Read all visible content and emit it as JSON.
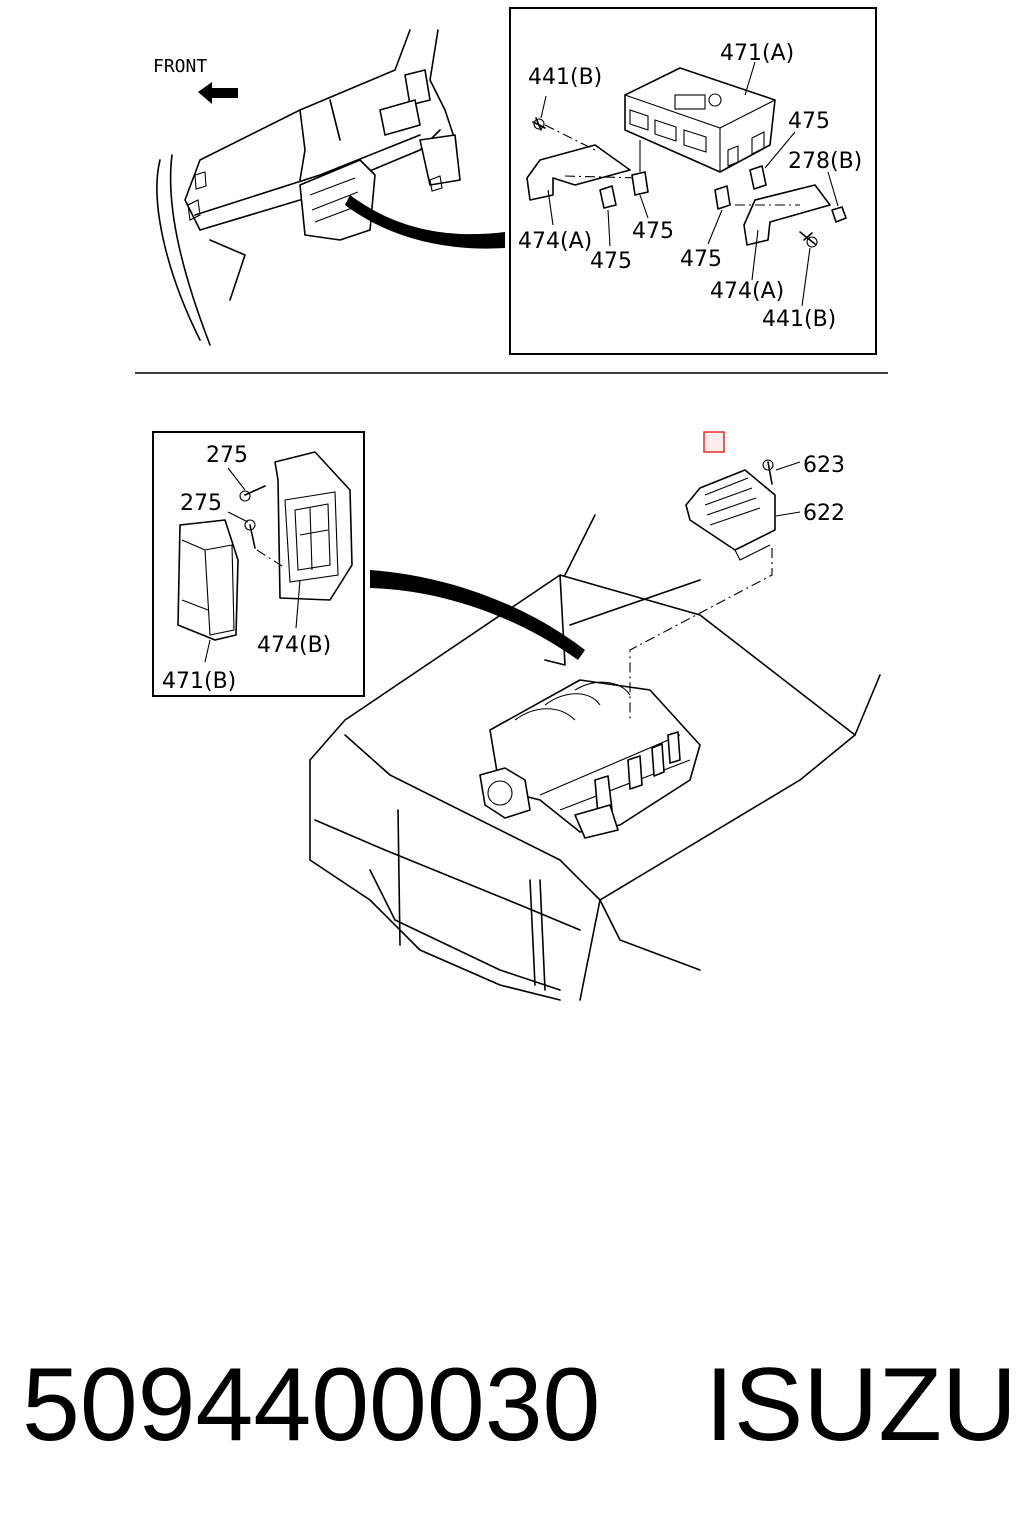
{
  "top_panel": {
    "direction_label": "FRONT",
    "callouts": {
      "c441b_top": "441(B)",
      "c471a": "471(A)",
      "c475_r": "475",
      "c278b": "278(B)",
      "c474a_l": "474(A)",
      "c475_m": "475",
      "c475_b": "475",
      "c475_c": "475",
      "c474a_r": "474(A)",
      "c441b_bot": "441(B)"
    }
  },
  "bottom_panel": {
    "callouts": {
      "c275_a": "275",
      "c275_b": "275",
      "c474b": "474(B)",
      "c471b": "471(B)",
      "c623": "623",
      "c622": "622"
    }
  },
  "footer": {
    "part_number": "5094400030",
    "brand": "ISUZU"
  },
  "colors": {
    "line": "#000000",
    "highlight_marker": "#e53935",
    "background": "#ffffff"
  }
}
